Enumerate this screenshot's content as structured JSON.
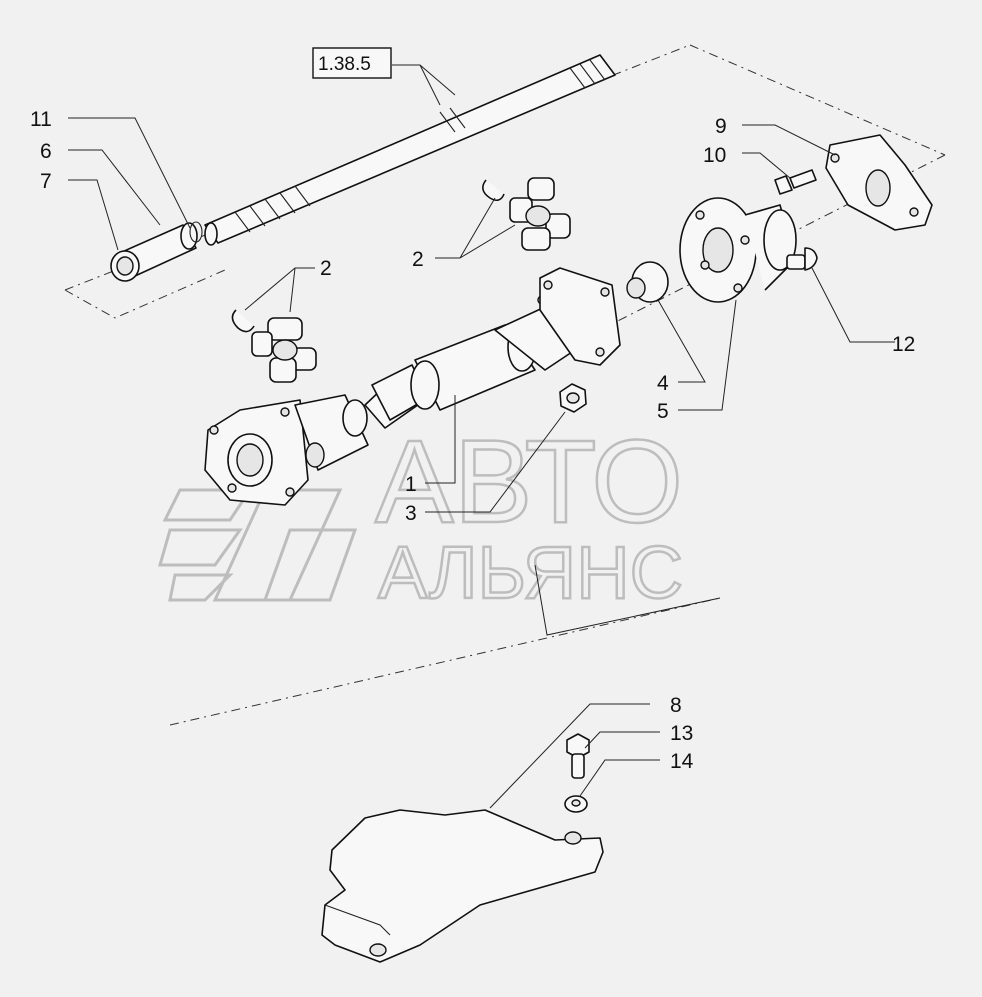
{
  "reference": "1.38.5",
  "callouts": [
    {
      "id": "c11",
      "text": "11"
    },
    {
      "id": "c6",
      "text": "6"
    },
    {
      "id": "c7",
      "text": "7"
    },
    {
      "id": "c2a",
      "text": "2"
    },
    {
      "id": "c2b",
      "text": "2"
    },
    {
      "id": "c9",
      "text": "9"
    },
    {
      "id": "c10",
      "text": "10"
    },
    {
      "id": "c12",
      "text": "12"
    },
    {
      "id": "c4",
      "text": "4"
    },
    {
      "id": "c5",
      "text": "5"
    },
    {
      "id": "c1",
      "text": "1"
    },
    {
      "id": "c3",
      "text": "3"
    },
    {
      "id": "c8",
      "text": "8"
    },
    {
      "id": "c13",
      "text": "13"
    },
    {
      "id": "c14",
      "text": "14"
    }
  ],
  "watermark": {
    "line1": "АВТО",
    "line2": "АЛЬЯНС"
  }
}
